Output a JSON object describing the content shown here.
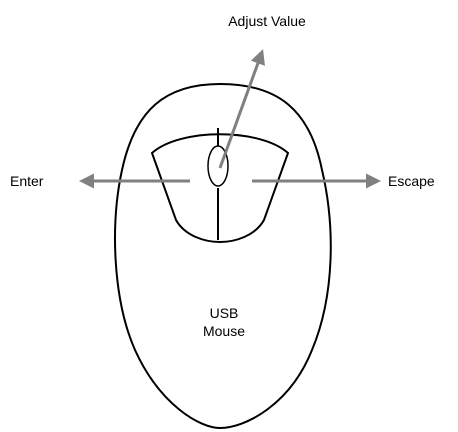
{
  "labels": {
    "adjust_value": "Adjust Value",
    "enter": "Enter",
    "escape": "Escape",
    "mouse_line1": "USB",
    "mouse_line2": "Mouse"
  },
  "colors": {
    "outline": "#000000",
    "arrow": "#808080",
    "background": "#ffffff"
  }
}
